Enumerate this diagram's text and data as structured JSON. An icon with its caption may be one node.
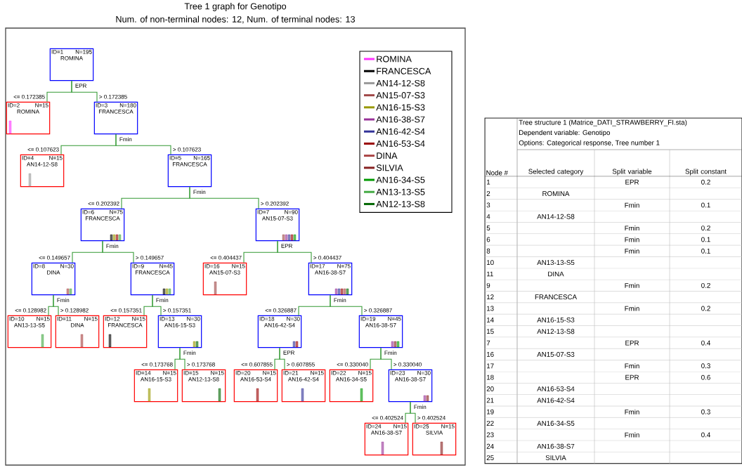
{
  "diagram": {
    "title": "Tree 1 graph for Genotipo",
    "nodes": [
      {
        "text": [
          "ID=1",
          "N=195",
          "ROMINA"
        ],
        "beside": [
          "EPR"
        ]
      },
      {
        "text": [
          "ID=2",
          "N=15",
          "ROMINA"
        ]
      },
      {
        "text": [
          "ID=3",
          "N=180",
          "FRANCESCA"
        ],
        "beside": [
          "Fmin"
        ]
      },
      {
        "text": [
          "ID=4",
          "N=15",
          "AN14-12-S8"
        ]
      },
      {
        "text": [
          "ID=5",
          "N=165",
          "FRANCESCA"
        ],
        "beside": [
          "Fmin"
        ]
      },
      {
        "text": [
          "ID=6",
          "N=75",
          "FRANCESCA"
        ],
        "beside": [
          "Fmin"
        ]
      },
      {
        "text": [
          "ID=7",
          "N=90",
          "AN15-07-S3"
        ],
        "beside": [
          "EPR"
        ]
      },
      {
        "text": [
          "ID=8",
          "N=30",
          "DINA"
        ],
        "beside": [
          "Fmin"
        ]
      },
      {
        "text": [
          "ID=9",
          "N=45",
          "FRANCESCA"
        ],
        "beside": [
          "Fmin"
        ]
      },
      {
        "text": [
          "ID=10",
          "N=15",
          "AN13-13-S5"
        ]
      },
      {
        "text": [
          "ID=11",
          "N=15",
          "DINA"
        ]
      },
      {
        "text": [
          "ID=12",
          "N=15",
          "FRANCESCA"
        ]
      },
      {
        "text": [
          "ID=13",
          "N=30",
          "AN16-15-S3"
        ],
        "beside": [
          "Fmin"
        ]
      },
      {
        "text": [
          "ID=14",
          "N=15",
          "AN16-15-S3"
        ]
      },
      {
        "text": [
          "ID=15",
          "N=15",
          "AN12-13-S8"
        ]
      },
      {
        "text": [
          "ID=16",
          "N=15",
          "AN15-07-S3"
        ]
      },
      {
        "text": [
          "ID=17",
          "N=75",
          "AN16-38-S7"
        ],
        "beside": [
          "Fmin"
        ]
      },
      {
        "text": [
          "ID=18",
          "N=30",
          "AN16-42-S4"
        ],
        "beside": [
          "EPR"
        ]
      },
      {
        "text": [
          "ID=19",
          "N=45",
          "AN16-38-S7"
        ],
        "beside": [
          "Fmin"
        ]
      },
      {
        "text": [
          "ID=20",
          "N=15",
          "AN16-53-S4"
        ]
      },
      {
        "text": [
          "ID=21",
          "N=15",
          "AN16-42-S4"
        ]
      },
      {
        "text": [
          "ID=22",
          "N=15",
          "AN16-34-S5"
        ]
      },
      {
        "text": [
          "ID=23",
          "N=30",
          "AN16-38-S7"
        ],
        "beside": [
          "Fmin"
        ]
      },
      {
        "text": [
          "ID=24",
          "N=15",
          "AN16-38-S7"
        ]
      },
      {
        "text": [
          "ID=25",
          "N=15",
          "SILVIA"
        ]
      }
    ],
    "edges": [
      {
        "from": 0,
        "to": 1,
        "arrow": "none",
        "label": "<= 0.172385"
      },
      {
        "from": 0,
        "to": 2,
        "arrow": "none",
        "label": "> 0.172385"
      },
      {
        "from": 2,
        "to": 3,
        "arrow": "none",
        "label": "<= 0.107623"
      },
      {
        "from": 2,
        "to": 4,
        "arrow": "none",
        "label": "> 0.107623"
      },
      {
        "from": 4,
        "to": 5,
        "arrow": "none",
        "label": "<= 0.202392"
      },
      {
        "from": 4,
        "to": 6,
        "arrow": "none",
        "label": "> 0.202392"
      },
      {
        "from": 5,
        "to": 7,
        "arrow": "none",
        "label": "<= 0.149657"
      },
      {
        "from": 5,
        "to": 8,
        "arrow": "none",
        "label": "> 0.149657"
      },
      {
        "from": 6,
        "to": 15,
        "arrow": "none",
        "label": "<= 0.404437"
      },
      {
        "from": 6,
        "to": 16,
        "arrow": "none",
        "label": "> 0.404437"
      },
      {
        "from": 7,
        "to": 9,
        "arrow": "none",
        "label": "<= 0.128982"
      },
      {
        "from": 7,
        "to": 10,
        "arrow": "none",
        "label": "> 0.128982"
      },
      {
        "from": 8,
        "to": 11,
        "arrow": "none",
        "label": "<= 0.157351"
      },
      {
        "from": 8,
        "to": 12,
        "arrow": "none",
        "label": "> 0.157351"
      },
      {
        "from": 12,
        "to": 13,
        "arrow": "none",
        "label": "<= 0.173768"
      },
      {
        "from": 12,
        "to": 14,
        "arrow": "none",
        "label": "> 0.173768"
      },
      {
        "from": 16,
        "to": 17,
        "arrow": "none",
        "label": "<= 0.326887"
      },
      {
        "from": 16,
        "to": 18,
        "arrow": "none",
        "label": "> 0.326887"
      },
      {
        "from": 17,
        "to": 19,
        "arrow": "none",
        "label": "<= 0.607855"
      },
      {
        "from": 17,
        "to": 20,
        "arrow": "none",
        "label": "> 0.607855"
      },
      {
        "from": 18,
        "to": 21,
        "arrow": "none",
        "label": "<= 0.330040"
      },
      {
        "from": 18,
        "to": 22,
        "arrow": "none",
        "label": "> 0.330040"
      },
      {
        "from": 22,
        "to": 23,
        "arrow": "none",
        "label": "<= 0.402524"
      },
      {
        "from": 22,
        "to": 24,
        "arrow": "none",
        "label": "> 0.402524"
      }
    ],
    "labels": [
      "Num. of non-terminal nodes: 12,  Num. of terminal nodes: 13",
      "Tree structure 1 (Matrice_DATI_STRAWBERRY_FI.sta)",
      "Dependent variable: Genotipo",
      "Options: Categorical response, Tree number 1",
      "Node #",
      "Selected category",
      "Split variable",
      "Split constant",
      "1",
      "EPR",
      "0.2",
      "2",
      "ROMINA",
      "3",
      "Fmin",
      "0.1",
      "4",
      "AN14-12-S8",
      "5",
      "Fmin",
      "0.2",
      "6",
      "Fmin",
      "0.1",
      "8",
      "Fmin",
      "0.1",
      "10",
      "AN13-13-S5",
      "11",
      "DINA",
      "9",
      "Fmin",
      "0.2",
      "12",
      "FRANCESCA",
      "13",
      "Fmin",
      "0.2",
      "14",
      "AN16-15-S3",
      "15",
      "AN12-13-S8",
      "7",
      "EPR",
      "0.4",
      "16",
      "AN15-07-S3",
      "17",
      "Fmin",
      "0.3",
      "18",
      "EPR",
      "0.6",
      "20",
      "AN16-53-S4",
      "21",
      "AN16-42-S4",
      "19",
      "Fmin",
      "0.3",
      "22",
      "AN16-34-S5",
      "23",
      "Fmin",
      "0.4",
      "24",
      "AN16-38-S7",
      "25",
      "SILVIA"
    ],
    "legend": [
      {
        "text": "ROMINA",
        "color": "#ff33ff"
      },
      {
        "text": "FRANCESCA",
        "color": "#000000"
      },
      {
        "text": "AN14-12-S8",
        "color": "#999999"
      },
      {
        "text": "AN15-07-S3",
        "color": "#a04848"
      },
      {
        "text": "AN16-15-S3",
        "color": "#999900"
      },
      {
        "text": "AN16-38-S7",
        "color": "#993399"
      },
      {
        "text": "AN16-42-S4",
        "color": "#333399"
      },
      {
        "text": "AN16-53-S4",
        "color": "#990000"
      },
      {
        "text": "DINA",
        "color": "#aa4444"
      },
      {
        "text": "SILVIA",
        "color": "#882222"
      },
      {
        "text": "AN16-34-S5",
        "color": "#009900"
      },
      {
        "text": "AN13-13-S5",
        "color": "#44aa44"
      },
      {
        "text": "AN12-13-S8",
        "color": "#006600"
      }
    ]
  }
}
